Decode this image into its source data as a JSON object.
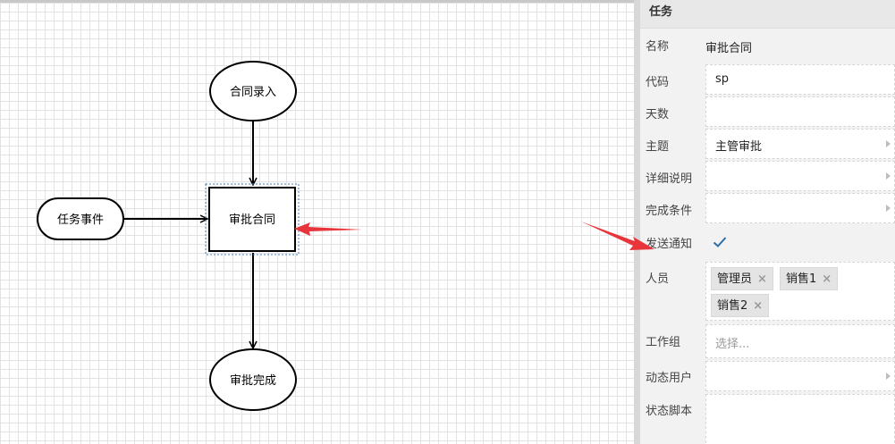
{
  "diagram": {
    "nodes": {
      "contract_entry": "合同录入",
      "task_event": "任务事件",
      "approve_contract": "审批合同",
      "approval_done": "审批完成"
    }
  },
  "panel": {
    "title": "任务",
    "fields": {
      "name": {
        "label": "名称",
        "value": "审批合同"
      },
      "code": {
        "label": "代码",
        "value": "sp"
      },
      "days": {
        "label": "天数",
        "value": ""
      },
      "subject": {
        "label": "主题",
        "value": "主管审批"
      },
      "detail": {
        "label": "详细说明",
        "value": ""
      },
      "condition": {
        "label": "完成条件",
        "value": ""
      },
      "notify": {
        "label": "发送通知",
        "checked": true
      },
      "people": {
        "label": "人员",
        "tags": [
          "管理员",
          "销售1",
          "销售2"
        ]
      },
      "workgroup": {
        "label": "工作组",
        "placeholder": "选择..."
      },
      "dynamic_user": {
        "label": "动态用户",
        "value": ""
      },
      "state_script": {
        "label": "状态脚本",
        "value": ""
      }
    }
  },
  "colors": {
    "arrow_annotation": "#e8353b",
    "check": "#2e6da4",
    "selection": "#4a7ebb"
  },
  "icons": {
    "tag_remove": "×",
    "chevron": "chevron-right-icon",
    "check": "check-icon"
  }
}
